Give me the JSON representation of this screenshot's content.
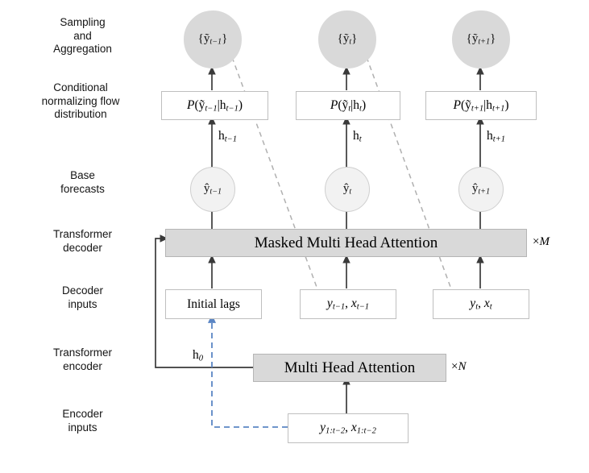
{
  "diagram": {
    "title": "Transformer encoder-decoder with conditional normalizing flow forecasting architecture",
    "colors": {
      "sample_node_fill": "#d9d9d9",
      "base_node_fill": "#f2f2f2",
      "node_border": "#cfcfcf",
      "box_border": "#bfbfbf",
      "bar_fill": "#d9d9d9",
      "solid_edge": "#3a3a3a",
      "dashed_gray_edge": "#b0b0b0",
      "dashed_blue_edge": "#5b86c4",
      "text": "#141414"
    }
  },
  "row_labels": [
    {
      "id": "sampling-aggregation",
      "text": "Sampling\nand\nAggregation"
    },
    {
      "id": "conditional-flow",
      "text": "Conditional\nnormalizing flow\ndistribution"
    },
    {
      "id": "base-forecasts",
      "text": "Base\nforecasts"
    },
    {
      "id": "transformer-decoder",
      "text": "Transformer\ndecoder"
    },
    {
      "id": "decoder-inputs",
      "text": "Decoder\ninputs"
    },
    {
      "id": "transformer-encoder",
      "text": "Transformer\nencoder"
    },
    {
      "id": "encoder-inputs",
      "text": "Encoder\ninputs"
    }
  ],
  "sampling_nodes": [
    {
      "id": "sample-t-minus-1",
      "label": "{ỹt−1}",
      "sym": "ỹ",
      "subscript": "t−1"
    },
    {
      "id": "sample-t",
      "label": "{ỹt}",
      "sym": "ỹ",
      "subscript": "t"
    },
    {
      "id": "sample-t-plus-1",
      "label": "{ỹt+1}",
      "sym": "ỹ",
      "subscript": "t+1"
    }
  ],
  "distribution_boxes": [
    {
      "id": "dist-t-minus-1",
      "label": "P(ỹt−1|ht−1)",
      "sym": "ỹ",
      "subscript": "t−1",
      "cond": "h",
      "cond_sub": "t−1"
    },
    {
      "id": "dist-t",
      "label": "P(ỹt|ht)",
      "sym": "ỹ",
      "subscript": "t",
      "cond": "h",
      "cond_sub": "t"
    },
    {
      "id": "dist-t-plus-1",
      "label": "P(ỹt+1|ht+1)",
      "sym": "ỹ",
      "subscript": "t+1",
      "cond": "h",
      "cond_sub": "t+1"
    }
  ],
  "hidden_state_labels": [
    {
      "id": "h-t-minus-1",
      "label": "ht−1",
      "sym": "h",
      "subscript": "t−1"
    },
    {
      "id": "h-t",
      "label": "ht",
      "sym": "h",
      "subscript": "t"
    },
    {
      "id": "h-t-plus-1",
      "label": "ht+1",
      "sym": "h",
      "subscript": "t+1"
    },
    {
      "id": "h-0",
      "label": "h0",
      "sym": "h",
      "subscript": "0"
    }
  ],
  "base_forecast_nodes": [
    {
      "id": "base-t-minus-1",
      "label": "ŷt−1",
      "sym": "ŷ",
      "subscript": "t−1"
    },
    {
      "id": "base-t",
      "label": "ŷt",
      "sym": "ŷ",
      "subscript": "t"
    },
    {
      "id": "base-t-plus-1",
      "label": "ŷt+1",
      "sym": "ŷ",
      "subscript": "t+1"
    }
  ],
  "decoder_bar": {
    "id": "masked-multi-head-attention",
    "label": "Masked Multi Head Attention",
    "repeat": "×M",
    "repeat_count": "M"
  },
  "encoder_bar": {
    "id": "multi-head-attention",
    "label": "Multi Head Attention",
    "repeat": "×N",
    "repeat_count": "N"
  },
  "decoder_input_boxes": [
    {
      "id": "initial-lags",
      "label": "Initial lags",
      "kind": "text"
    },
    {
      "id": "input-t-minus-1",
      "label": "yt−1, xt−1",
      "kind": "math",
      "y_sub": "t−1",
      "x_sub": "t−1"
    },
    {
      "id": "input-t",
      "label": "yt, xt",
      "kind": "math",
      "y_sub": "t",
      "x_sub": "t"
    }
  ],
  "encoder_input_box": {
    "id": "encoder-input",
    "label": "y1:t−2, x1:t−2",
    "y_sub": "1:t−2",
    "x_sub": "1:t−2"
  },
  "edges": {
    "solid_up_arrows": 12,
    "dashed_gray_feedback": [
      {
        "from": "sample-t-minus-1",
        "to": "input-t-minus-1"
      },
      {
        "from": "sample-t",
        "to": "input-t"
      }
    ],
    "dashed_blue": [
      {
        "from": "encoder-input",
        "to": "initial-lags"
      }
    ],
    "encoder_to_decoder": {
      "from": "multi-head-attention",
      "to": "masked-multi-head-attention",
      "label": "h0"
    }
  }
}
